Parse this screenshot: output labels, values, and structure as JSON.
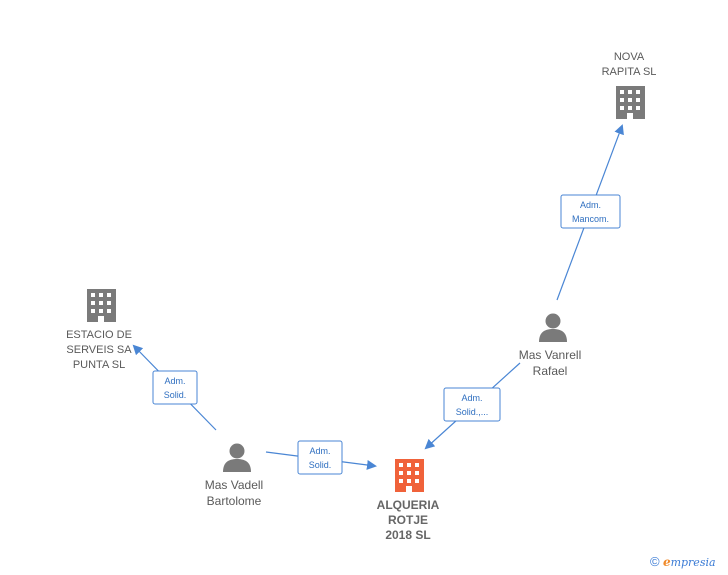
{
  "colors": {
    "edge": "#4a86d4",
    "company_gray": "#7a7a7a",
    "company_main": "#f0623a",
    "person": "#7a7a7a"
  },
  "nodes": {
    "nova_rapita": {
      "icon": "building-icon",
      "lines": [
        "NOVA",
        "RAPITA SL"
      ]
    },
    "estacio": {
      "icon": "building-icon",
      "lines": [
        "ESTACIO DE",
        "SERVEIS SA",
        "PUNTA  SL"
      ]
    },
    "alqueria": {
      "icon": "building-icon",
      "lines": [
        "ALQUERIA",
        "ROTJE",
        "2018  SL"
      ]
    },
    "mas_vanrell": {
      "icon": "person-icon",
      "lines": [
        "Mas Vanrell",
        "Rafael"
      ]
    },
    "mas_vadell": {
      "icon": "person-icon",
      "lines": [
        "Mas Vadell",
        "Bartolome"
      ]
    }
  },
  "edges": [
    {
      "id": "vanrell-nova",
      "lines": [
        "Adm.",
        "Mancom."
      ]
    },
    {
      "id": "vanrell-alqueria",
      "lines": [
        "Adm.",
        "Solid.,..."
      ]
    },
    {
      "id": "vadell-estacio",
      "lines": [
        "Adm.",
        "Solid."
      ]
    },
    {
      "id": "vadell-alqueria",
      "lines": [
        "Adm.",
        "Solid."
      ]
    }
  ],
  "footer": {
    "copyright": "©",
    "brand_e": "e",
    "brand_rest": "mpresia"
  }
}
